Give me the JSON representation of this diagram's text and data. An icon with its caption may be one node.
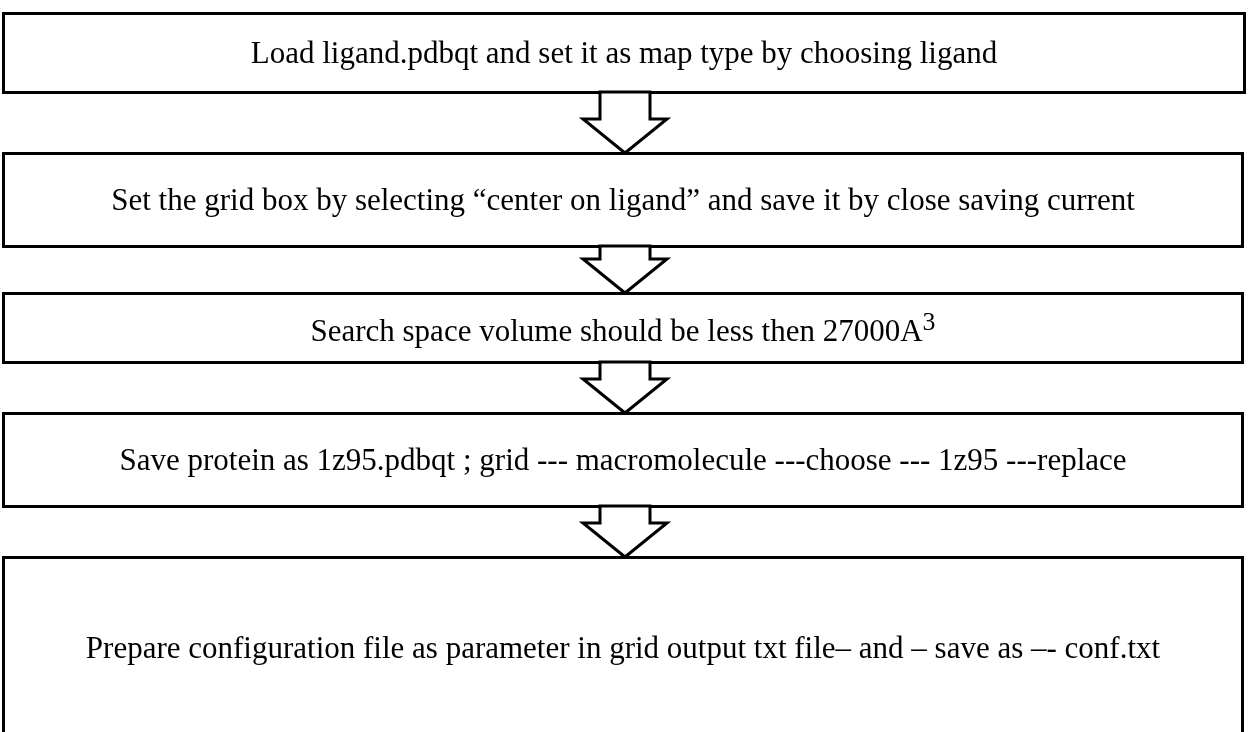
{
  "diagram": {
    "nodes": [
      {
        "text": [
          "Load ligand.pdbqt and set it as map type  by choosing ligand"
        ]
      },
      {
        "text": [
          "Set the grid box by selecting “center on ligand” and save it by close saving current"
        ]
      },
      {
        "text": [
          "Search space volume should be less then 27000A$^{3}$"
        ]
      },
      {
        "text": [
          "Save  protein as 1z95.pdbqt ; grid --- macromolecule ---choose --- 1z95 ---replace"
        ]
      },
      {
        "text": [
          "Prepare configuration file as parameter in grid output txt file– and – save as –- conf.txt"
        ]
      }
    ],
    "edges": [
      {
        "from": 0,
        "to": 1,
        "arrow": "to"
      },
      {
        "from": 1,
        "to": 2,
        "arrow": "to"
      },
      {
        "from": 2,
        "to": 3,
        "arrow": "to"
      },
      {
        "from": 3,
        "to": 4,
        "arrow": "to"
      }
    ]
  }
}
